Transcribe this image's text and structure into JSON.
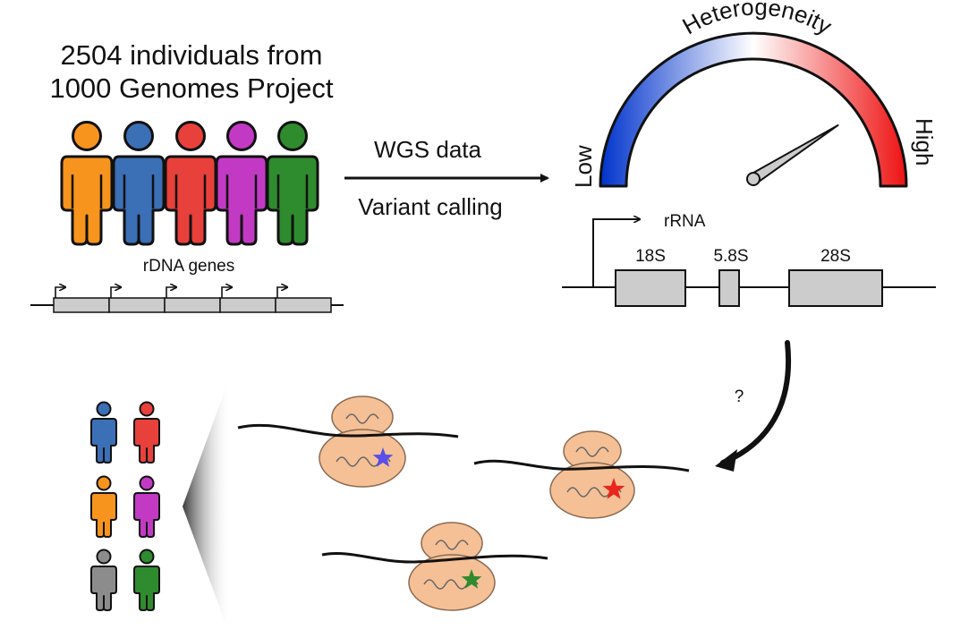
{
  "title": {
    "line1": "2504 individuals from",
    "line2": "1000 Genomes Project"
  },
  "people_colors": [
    "#f7941d",
    "#3b6fb6",
    "#e8403a",
    "#c23ac4",
    "#2e8b2e"
  ],
  "rdna_label": "rDNA genes",
  "arrow_top": "WGS data",
  "arrow_bottom": "Variant calling",
  "gauge": {
    "title": "Heterogeneity",
    "low": "Low",
    "high": "High",
    "level": 0.82,
    "low_color": "#0033cc",
    "high_color": "#ee1111"
  },
  "gene": {
    "rrna_label": "rRNA",
    "segments": [
      "18S",
      "5.8S",
      "28S"
    ]
  },
  "question": "?",
  "ribosome_star_colors": [
    "#5a4fe8",
    "#e8261e",
    "#2e8b2e"
  ],
  "small_people_colors": [
    "#3b6fb6",
    "#e8403a",
    "#f7941d",
    "#c23ac4",
    "#8c8c8c",
    "#2e8b2e"
  ]
}
